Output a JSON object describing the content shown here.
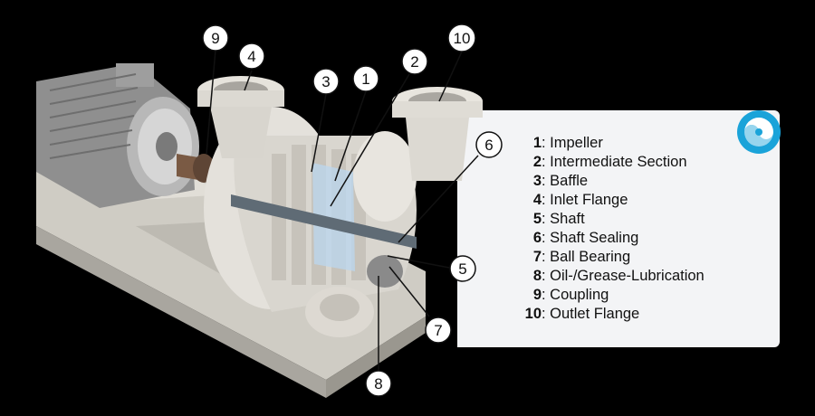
{
  "callouts": [
    {
      "number": "9"
    },
    {
      "number": "4"
    },
    {
      "number": "3"
    },
    {
      "number": "1"
    },
    {
      "number": "2"
    },
    {
      "number": "10"
    },
    {
      "number": "6"
    },
    {
      "number": "5"
    },
    {
      "number": "7"
    },
    {
      "number": "8"
    }
  ],
  "legend": [
    {
      "number": "1",
      "text": ": Impeller"
    },
    {
      "number": "2",
      "text": ": Intermediate Section"
    },
    {
      "number": "3",
      "text": ": Baffle"
    },
    {
      "number": "4",
      "text": ": Inlet Flange"
    },
    {
      "number": "5",
      "text": ": Shaft"
    },
    {
      "number": "6",
      "text": ": Shaft Sealing"
    },
    {
      "number": "7",
      "text": ": Ball Bearing"
    },
    {
      "number": "8",
      "text": ": Oil-/Grease-Lubrication"
    },
    {
      "number": "9",
      "text": ": Coupling"
    },
    {
      "number": "10",
      "text": ": Outlet Flange"
    }
  ],
  "logo": {
    "icon": "swirl-logo-icon",
    "color": "#1aa3d9"
  },
  "colors": {
    "background": "#000000",
    "panel": "#f3f4f6",
    "machine": "#d9d6cf",
    "motor": "#bfbfbf"
  }
}
